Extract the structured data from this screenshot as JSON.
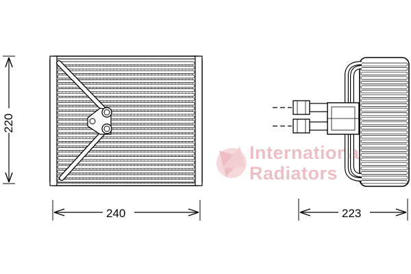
{
  "dimensions": {
    "height_label": "220",
    "width_front_label": "240",
    "width_side_label": "223"
  },
  "watermark": {
    "line1": "International",
    "line2": "Radiators",
    "color": "#e8b4b8"
  },
  "colors": {
    "line": "#000000",
    "fin_fill": "#f2f2f2",
    "background": "#ffffff"
  }
}
